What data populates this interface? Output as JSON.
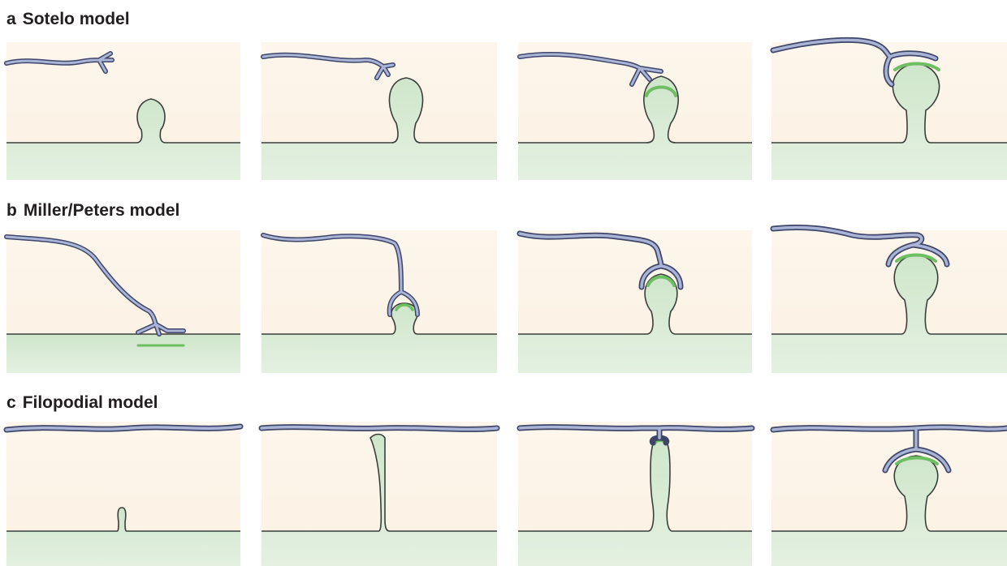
{
  "rows": [
    {
      "letter": "a",
      "title": "Sotelo model"
    },
    {
      "letter": "b",
      "title": "Miller/Peters model"
    },
    {
      "letter": "c",
      "title": "Filopodial model"
    }
  ],
  "colors": {
    "background_top": "#fdf6ec",
    "background_bottom": "#fbf3e4",
    "dendrite_fill": "#d6ead3",
    "dendrite_fill_dark": "#c7e2c3",
    "outline": "#3a3f3a",
    "axon_fill": "#a9b4d6",
    "axon_outline": "#3f4668",
    "psd": "#6dbf62"
  }
}
